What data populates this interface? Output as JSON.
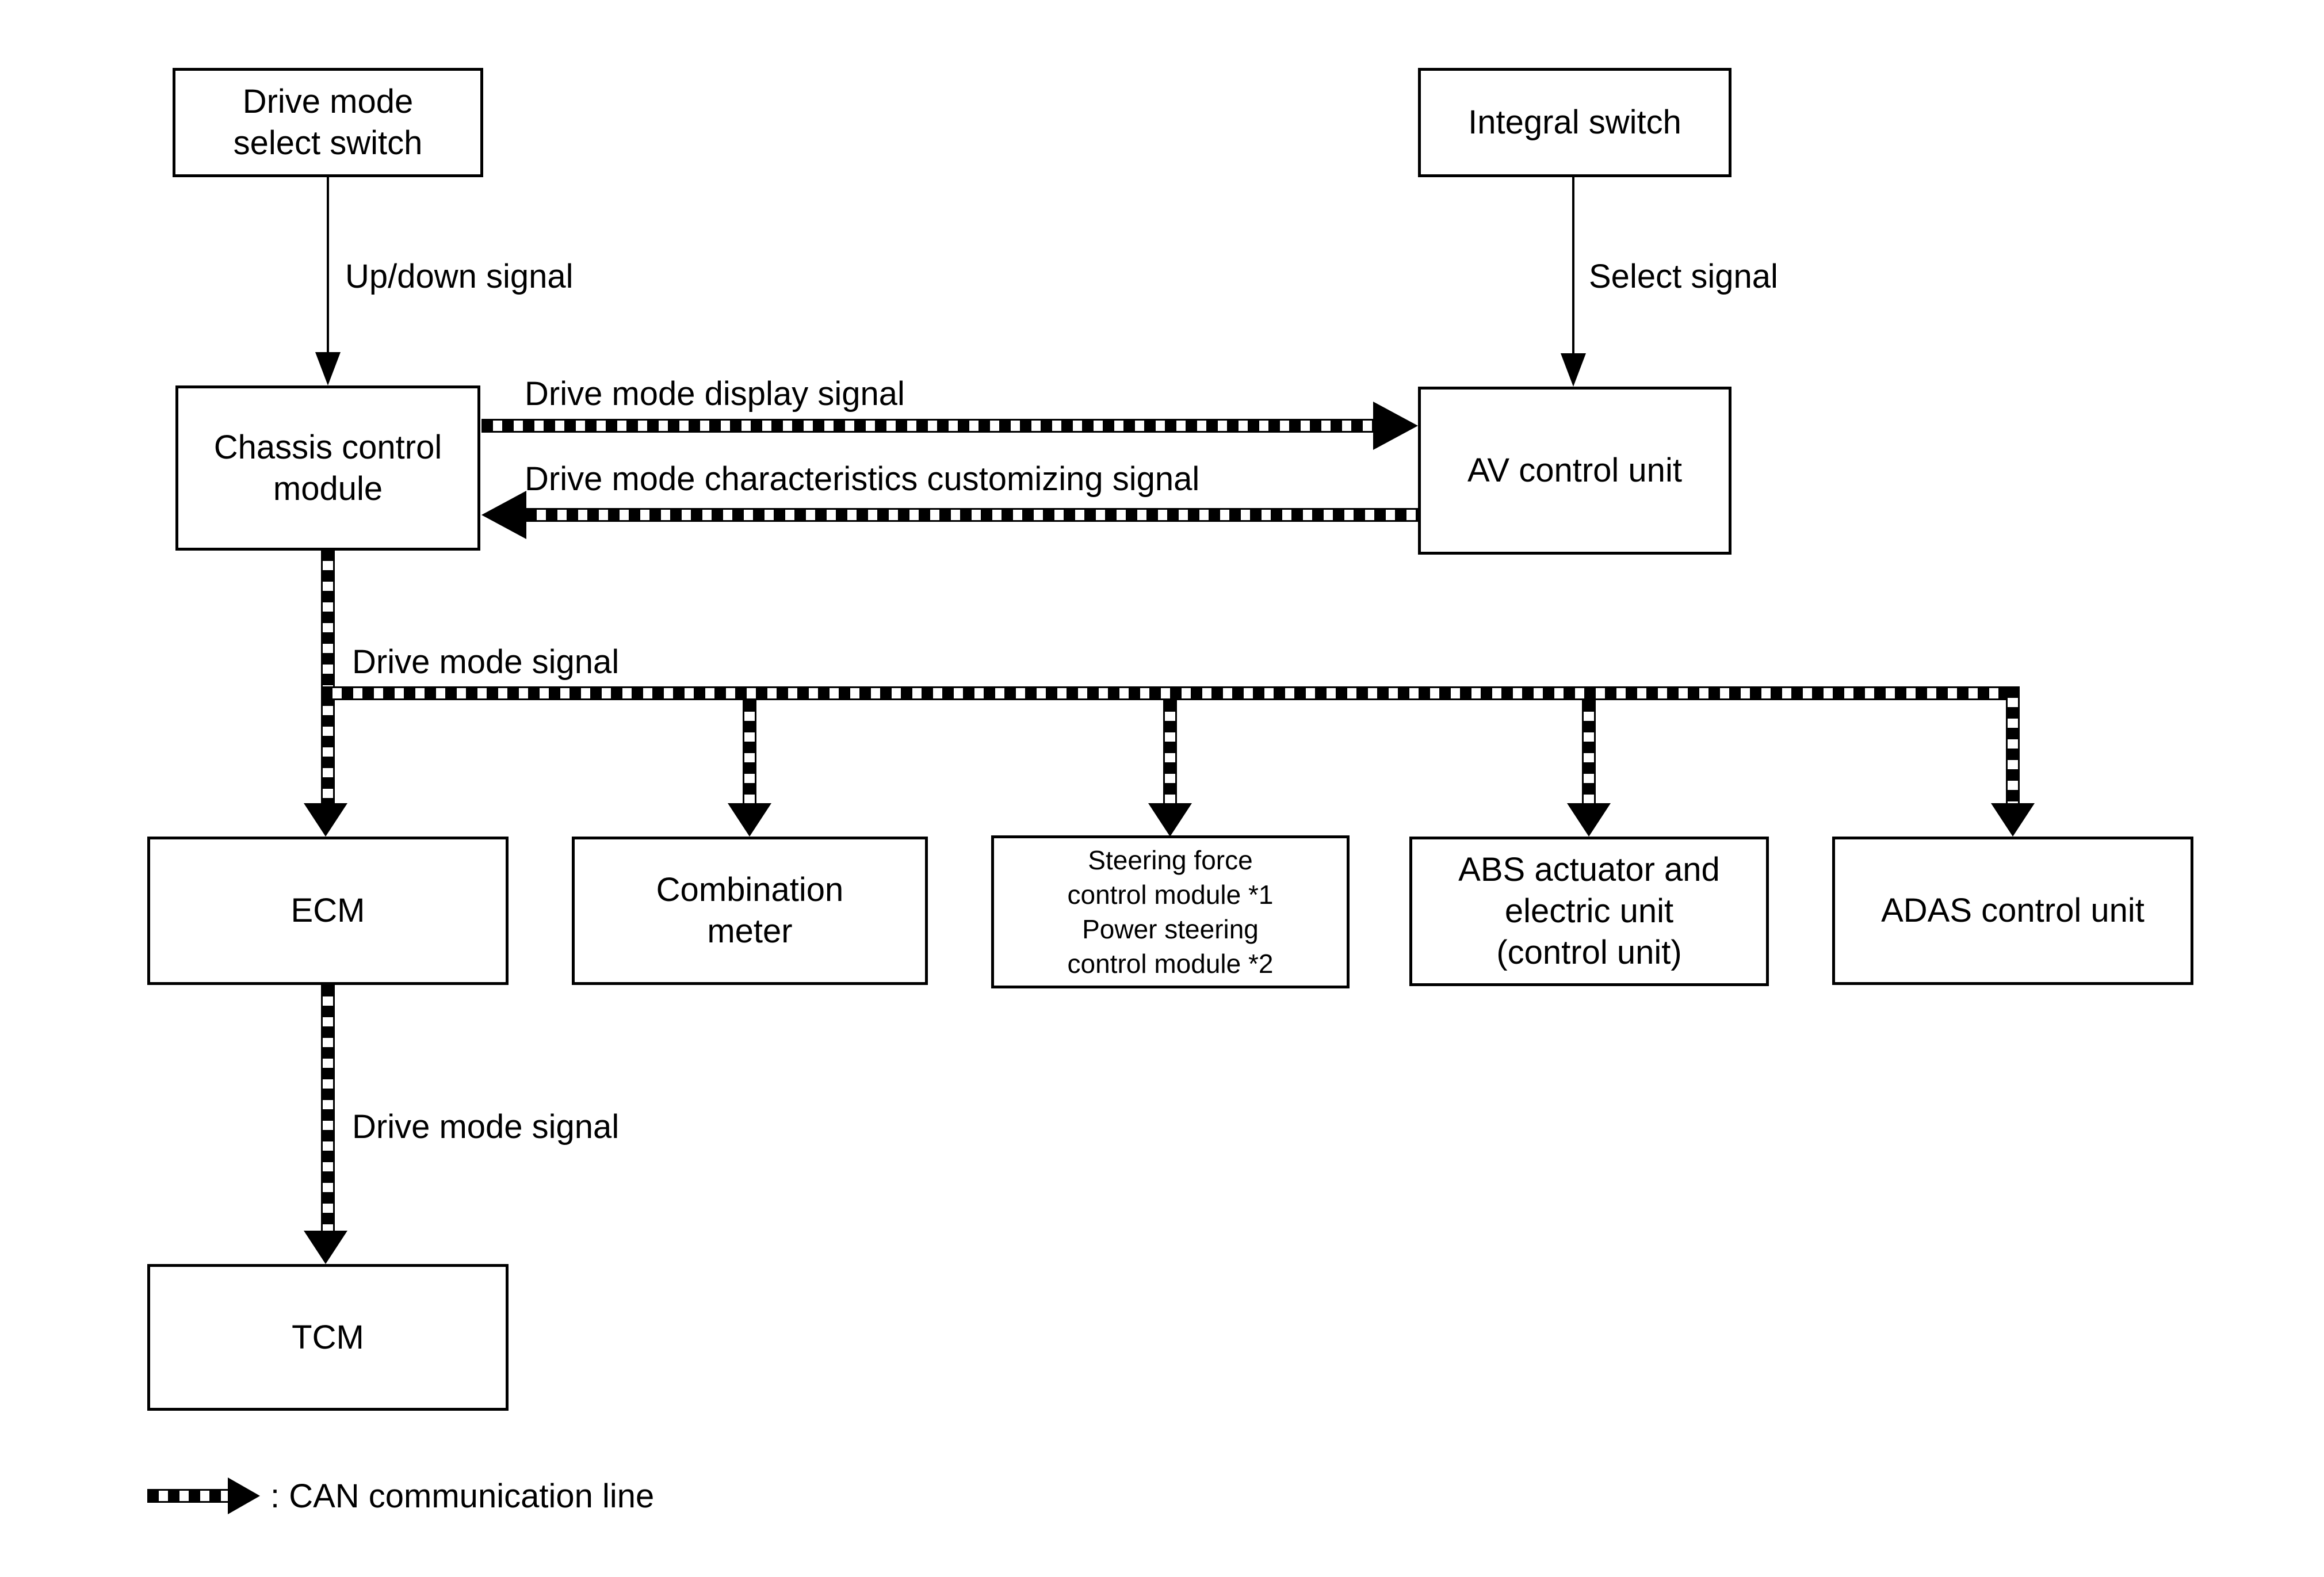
{
  "boxes": {
    "drive_mode_select_switch": "Drive mode\nselect switch",
    "integral_switch": "Integral switch",
    "chassis_control_module": "Chassis control\nmodule",
    "av_control_unit": "AV control unit",
    "ecm": "ECM",
    "combination_meter": "Combination\nmeter",
    "steering_modules": "Steering force\ncontrol module *1\nPower steering\ncontrol module *2",
    "abs_actuator": "ABS actuator and\nelectric unit\n(control unit)",
    "adas_control_unit": "ADAS control unit",
    "tcm": "TCM"
  },
  "signal_labels": {
    "up_down": "Up/down signal",
    "select": "Select signal",
    "display": "Drive mode display signal",
    "customizing": "Drive mode characteristics customizing signal",
    "drive_mode": "Drive mode signal"
  },
  "legend": {
    "text": ": CAN communication line"
  },
  "colors": {
    "line": "#000000",
    "background": "#ffffff"
  }
}
